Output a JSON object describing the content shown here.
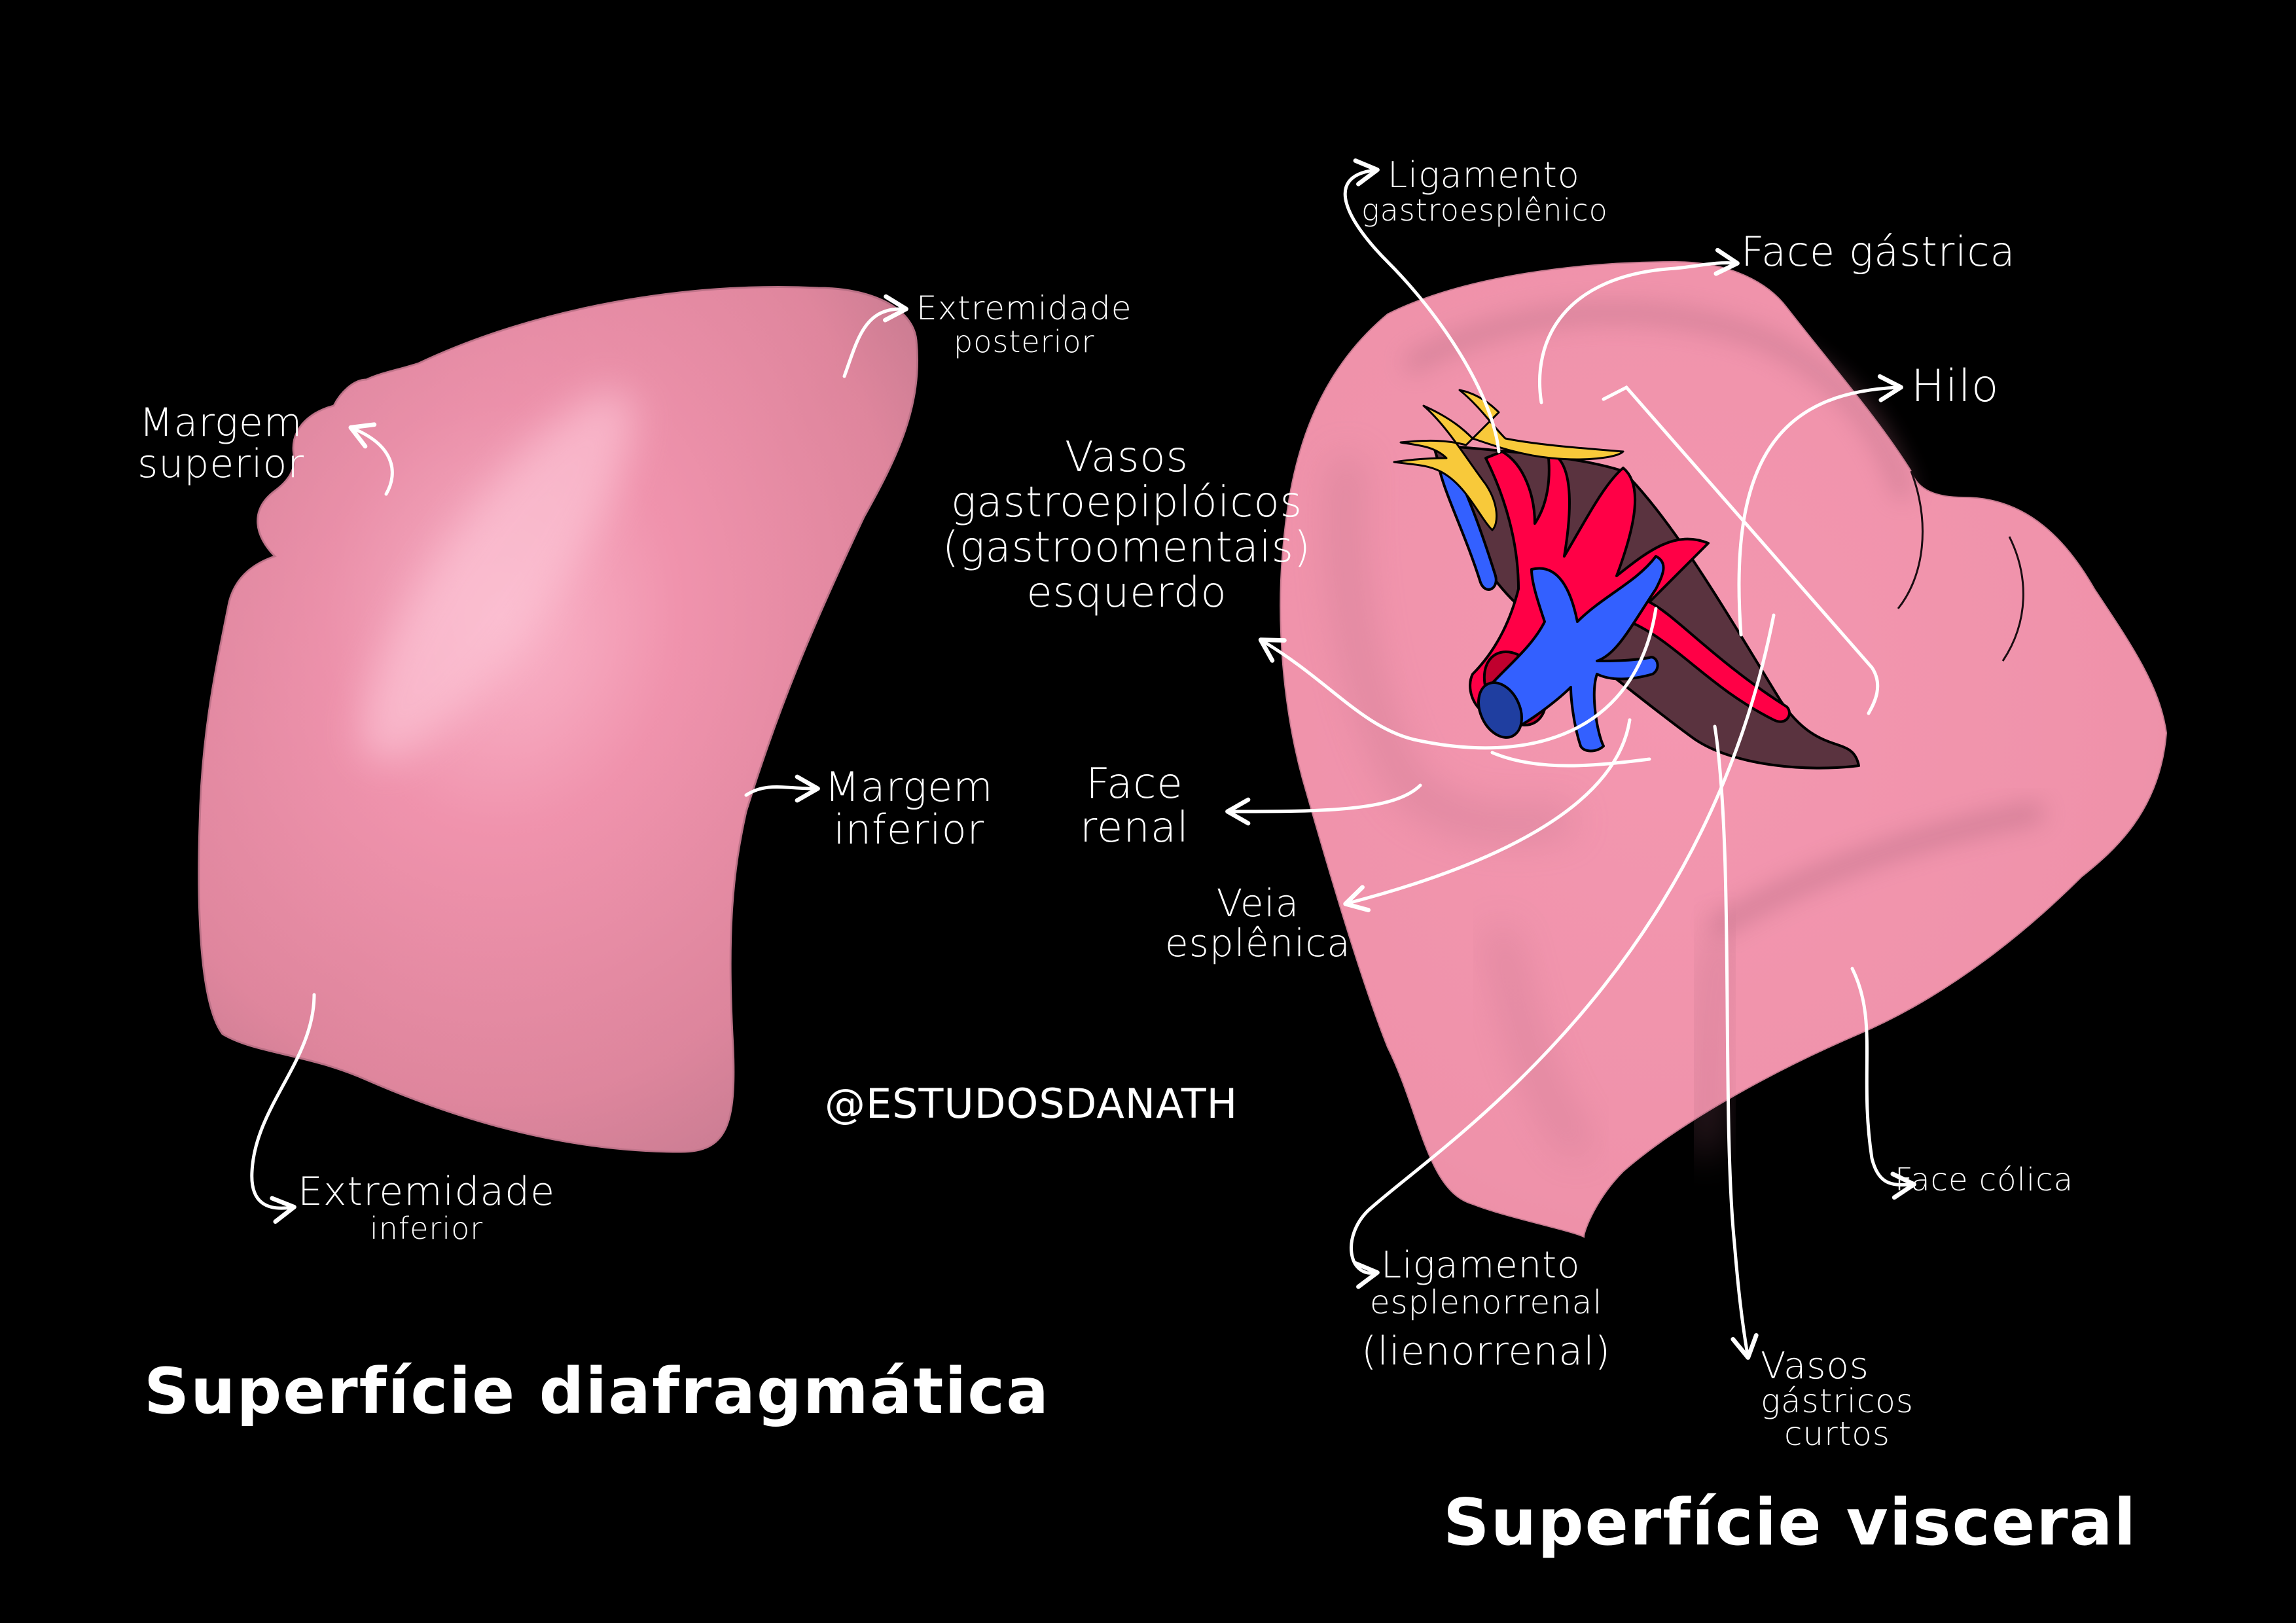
{
  "watermark": "@ESTUDOSDANATH",
  "colors": {
    "background": "#000000",
    "spleen_pink": "#ee90a8",
    "spleen_shadow": "#c47a8e",
    "hilum_dark": "#5a333f",
    "artery_red": "#ff0046",
    "artery_lumen": "#c0002e",
    "vein_blue": "#3360ff",
    "vein_lumen": "#1f3ea0",
    "nerve_fat_yellow": "#f8c93a",
    "label_white": "#ffffff"
  },
  "diaphragmatic": {
    "title": "Superfície diafragmática",
    "labels": {
      "margem_superior": [
        "Margem",
        "superior"
      ],
      "extremidade_posterior": [
        "Extremidade",
        "posterior"
      ],
      "margem_inferior": [
        "Margem",
        "inferior"
      ],
      "extremidade_inferior": [
        "Extremidade",
        "inferior"
      ]
    }
  },
  "visceral": {
    "title": "Superfície visceral",
    "labels": {
      "ligamento_gastroesplenico": [
        "Ligamento",
        "gastroesplênico"
      ],
      "face_gastrica": [
        "Face gástrica"
      ],
      "hilo": [
        "Hilo"
      ],
      "vasos_gastroepiploicos": [
        "Vasos",
        "gastroepiplóicos",
        "(gastroomentais)",
        "esquerdo"
      ],
      "face_renal": [
        "Face",
        "renal"
      ],
      "veia_esplenica": [
        "Veia",
        "esplênica"
      ],
      "face_colica": [
        "Face cólica"
      ],
      "ligamento_esplenorrenal": [
        "Ligamento",
        "esplenorrenal",
        "(lienorrenal)"
      ],
      "vasos_gastricos_curtos": [
        "Vasos",
        "gástricos",
        "curtos"
      ]
    }
  }
}
